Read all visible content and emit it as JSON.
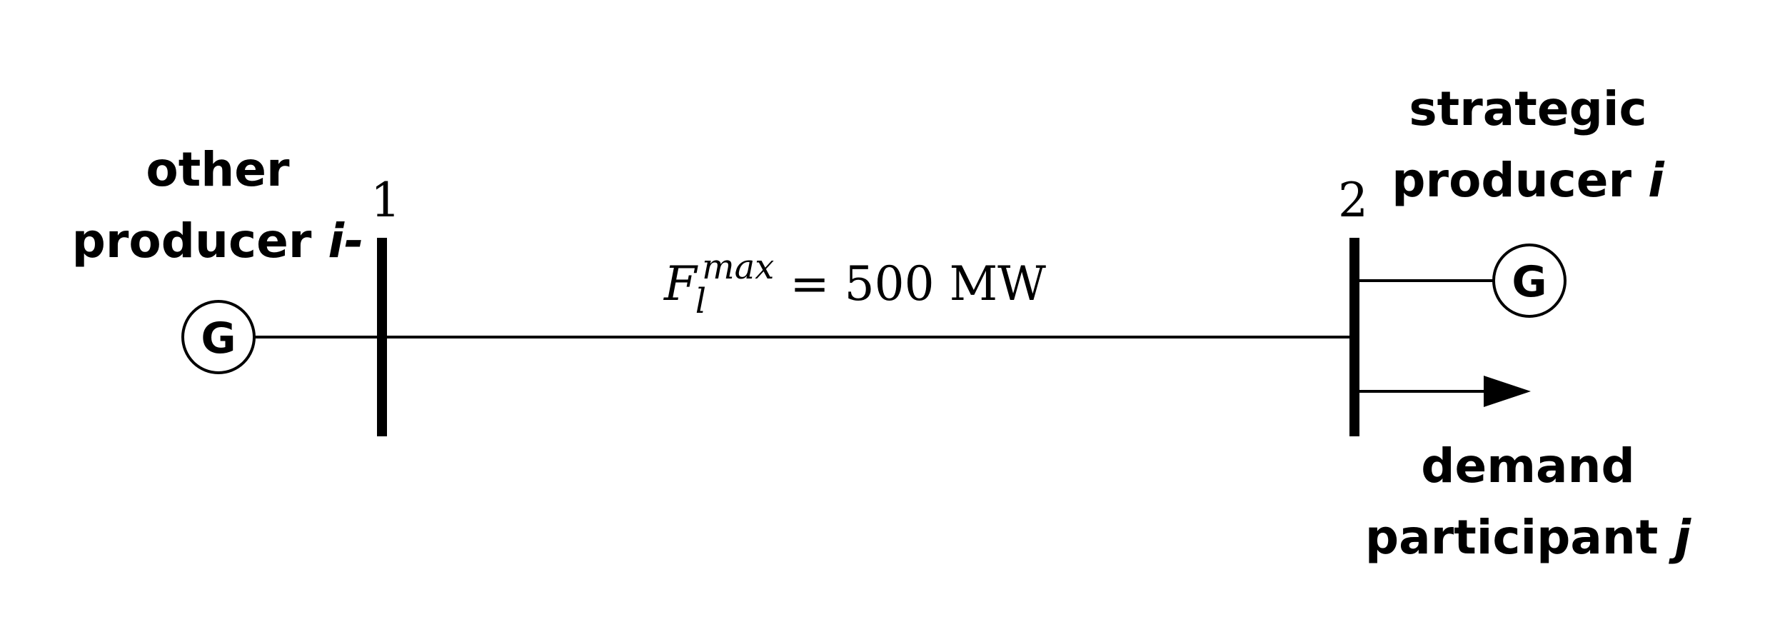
{
  "diagram": {
    "bus1": {
      "number": "1"
    },
    "bus2": {
      "number": "2"
    },
    "line": {
      "flow_symbol": "F",
      "flow_subscript": "l",
      "flow_superscript": "max",
      "flow_value_text": "= 500 MW"
    },
    "other_producer": {
      "line1": "other",
      "line2_text": "producer ",
      "line2_italic": "i-",
      "generator_symbol": "G"
    },
    "strategic_producer": {
      "line1": "strategic",
      "line2_text": "producer ",
      "line2_italic": "i",
      "generator_symbol": "G"
    },
    "demand": {
      "line1": "demand",
      "line2_text": "participant ",
      "line2_italic": "j"
    }
  }
}
